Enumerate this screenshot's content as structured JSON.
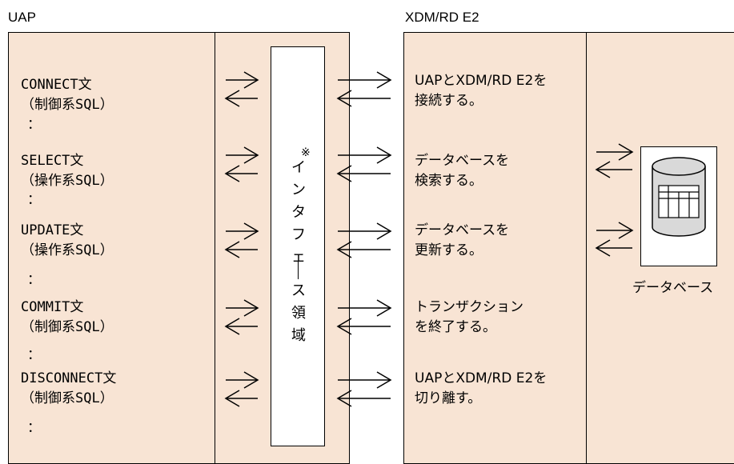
{
  "panels": {
    "left_title": "UAP",
    "right_title": "XDM/RD E2"
  },
  "uap_items": [
    {
      "stmt": "CONNECT文",
      "kind": "（制御系SQL）",
      "dots": "："
    },
    {
      "stmt": "SELECT文",
      "kind": "（操作系SQL）",
      "dots": "："
    },
    {
      "stmt": "UPDATE文",
      "kind": "（操作系SQL）",
      "dots": "："
    },
    {
      "stmt": "COMMIT文",
      "kind": "（制御系SQL）",
      "dots": "："
    },
    {
      "stmt": "DISCONNECT文",
      "kind": "（制御系SQL）",
      "dots": "："
    }
  ],
  "interface": {
    "note_mark": "※",
    "chars": [
      "イ",
      "ン",
      "タ",
      "フ",
      "ェ",
      "ー",
      "ス",
      "領",
      "域"
    ]
  },
  "xdm_items": [
    {
      "line1": "UAPとXDM/RD E2を",
      "line2": "接続する。"
    },
    {
      "line1": "データベースを",
      "line2": "検索する。"
    },
    {
      "line1": "データベースを",
      "line2": "更新する。"
    },
    {
      "line1": "トランザクション",
      "line2": "を終了する。"
    },
    {
      "line1": "UAPとXDM/RD E2を",
      "line2": "切り離す。"
    }
  ],
  "database": {
    "label": "データベース",
    "icon": "database-cylinder-icon"
  }
}
